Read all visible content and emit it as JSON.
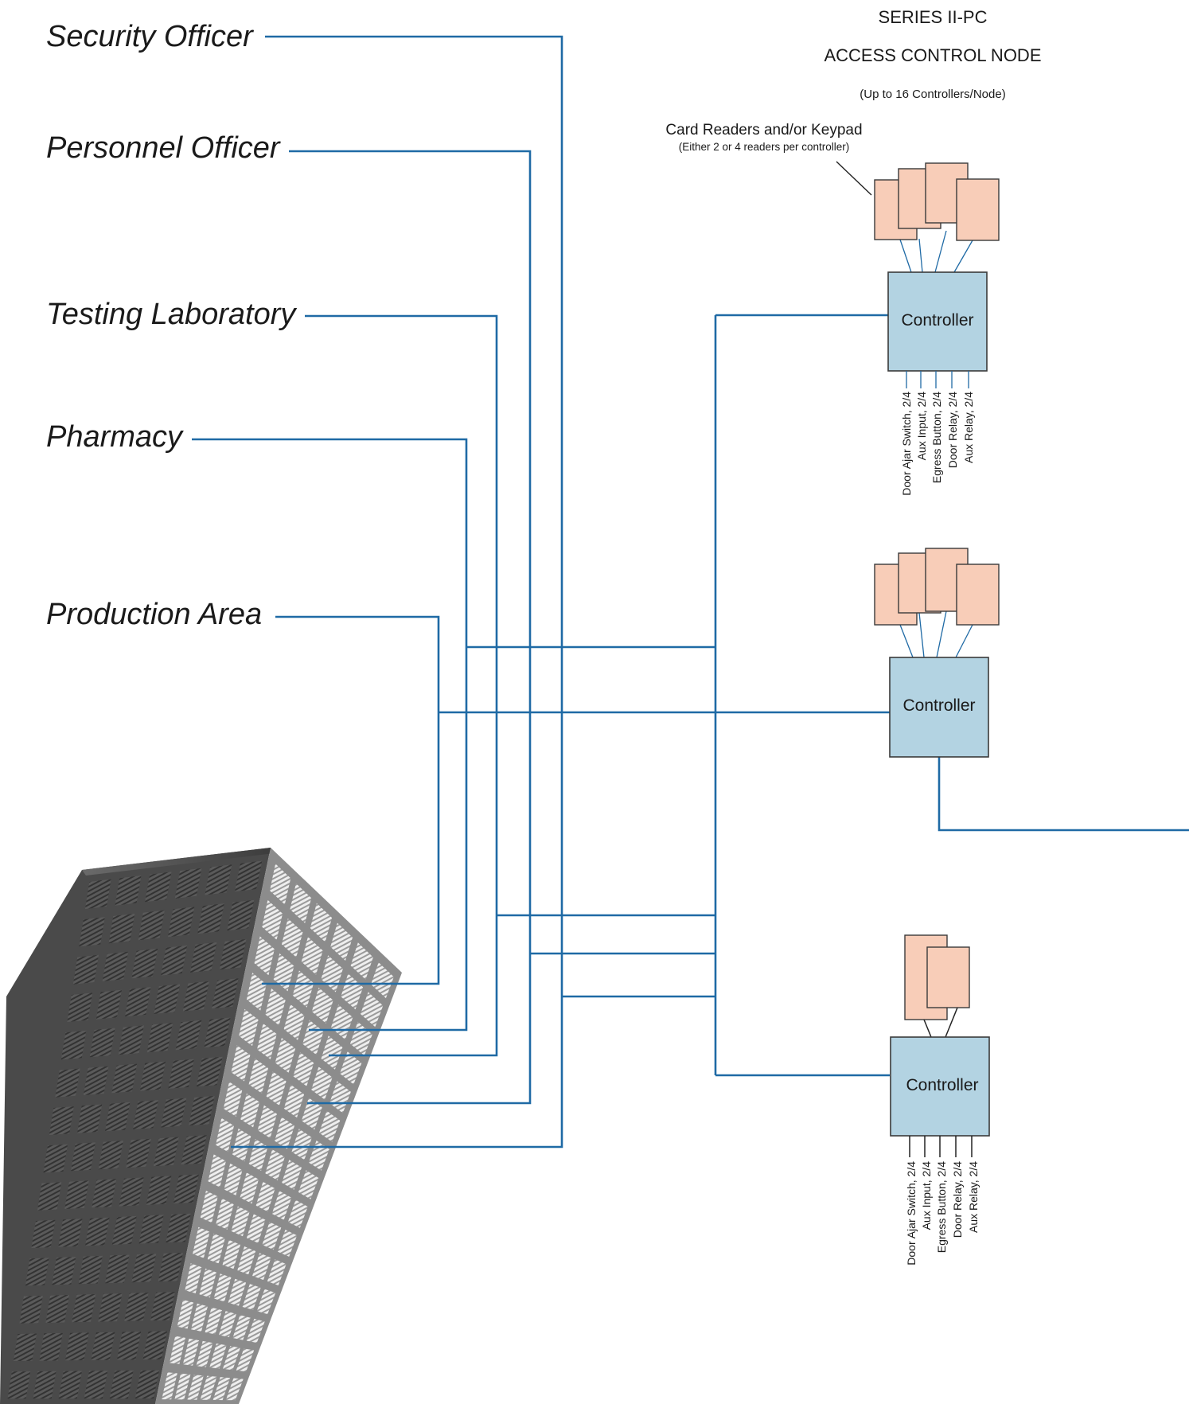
{
  "departments": {
    "security": "Security Officer",
    "personnel": "Personnel Officer",
    "testing": "Testing Laboratory",
    "pharmacy": "Pharmacy",
    "production": "Production Area"
  },
  "header": {
    "series": "SERIES II-PC",
    "node": "ACCESS CONTROL NODE",
    "capacity": "(Up to 16 Controllers/Node)"
  },
  "readers_note": {
    "title": "Card Readers and/or Keypad",
    "subtitle": "(Either 2 or 4 readers per controller)"
  },
  "controllers": [
    {
      "label": "Controller"
    },
    {
      "label": "Controller"
    },
    {
      "label": "Controller"
    }
  ],
  "io_labels": [
    "Door Ajar Switch, 2/4",
    "Aux Input, 2/4",
    "Egress Button, 2/4",
    "Door Relay, 2/4",
    "Aux Relay, 2/4"
  ],
  "colors": {
    "wire": "#1f6aa5",
    "controller_fill": "#b3d3e2",
    "reader_fill": "#f8cdb8"
  }
}
